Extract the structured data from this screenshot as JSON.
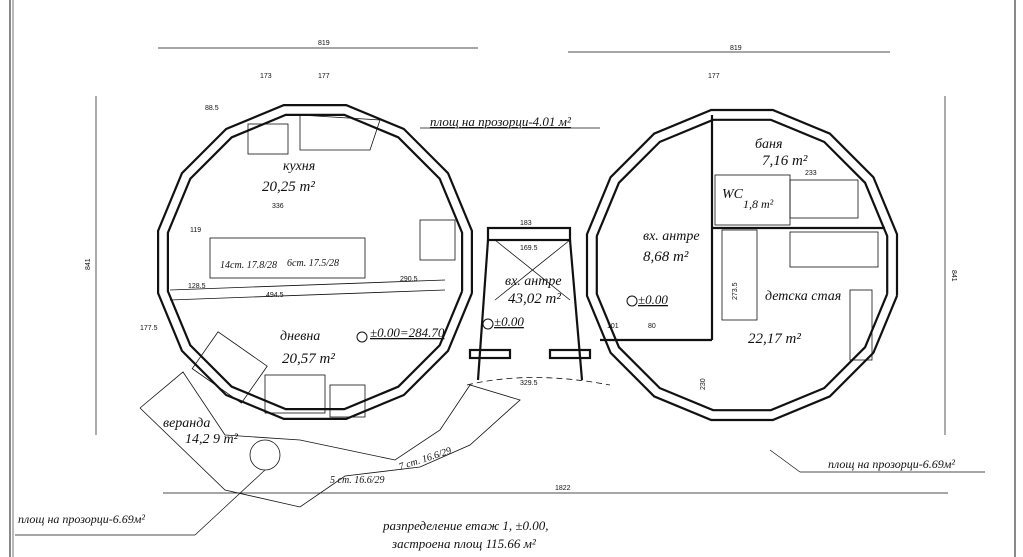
{
  "rooms": {
    "kitchen": {
      "name": "кухня",
      "area": "20,25 m²"
    },
    "living": {
      "name": "дневна",
      "area": "20,57 m²"
    },
    "hall_center": {
      "name": "вх. антре",
      "area": "43,02 m²"
    },
    "hall_right": {
      "name": "вх. антре",
      "area": "8,68 m²"
    },
    "bath": {
      "name": "баня",
      "area": "7,16 m²"
    },
    "wc": {
      "name": "WC",
      "area": "1,8 m²"
    },
    "kids": {
      "name": "детска стая",
      "area": "22,17 m²"
    },
    "veranda": {
      "name": "веранда",
      "area": "14,2 9 m²"
    }
  },
  "levels": {
    "living_level": "±0.00=284.70",
    "hall_level": "±0.00",
    "right_hall_level": "±0.00"
  },
  "stairs": {
    "s1": "14ст. 17.8/28",
    "s2": "6ст. 17.5/28",
    "s3": "5 ст. 16.6/29",
    "s4": "7 ст. 16.6/29"
  },
  "notes": {
    "windows_top": "площ на прозорци-4.01 м²",
    "windows_right": "площ на прозорци-6.69м²",
    "windows_left": "площ на прозорци-6.69м²",
    "caption_line1": "разпределение етаж 1, ±0.00,",
    "caption_line2": "застроена площ  115.66 м²"
  },
  "dimensions": {
    "top_left": "819",
    "top_right": "819",
    "left_height": "841",
    "right_height": "841",
    "bottom_total": "1822",
    "seg_173": "173",
    "seg_177": "177",
    "seg_885": "88.5",
    "seg_1775": "177.5",
    "corridor": "183",
    "corridor_inner": "169.5",
    "kitchen_336": "336",
    "d_2905": "290.5",
    "d_4945": "494.5",
    "d_1285": "128.5",
    "d_119": "119",
    "d_3295": "329.5",
    "d_233": "233",
    "d_2735": "273.5",
    "d_101": "101",
    "d_80": "80",
    "d_230": "230"
  }
}
